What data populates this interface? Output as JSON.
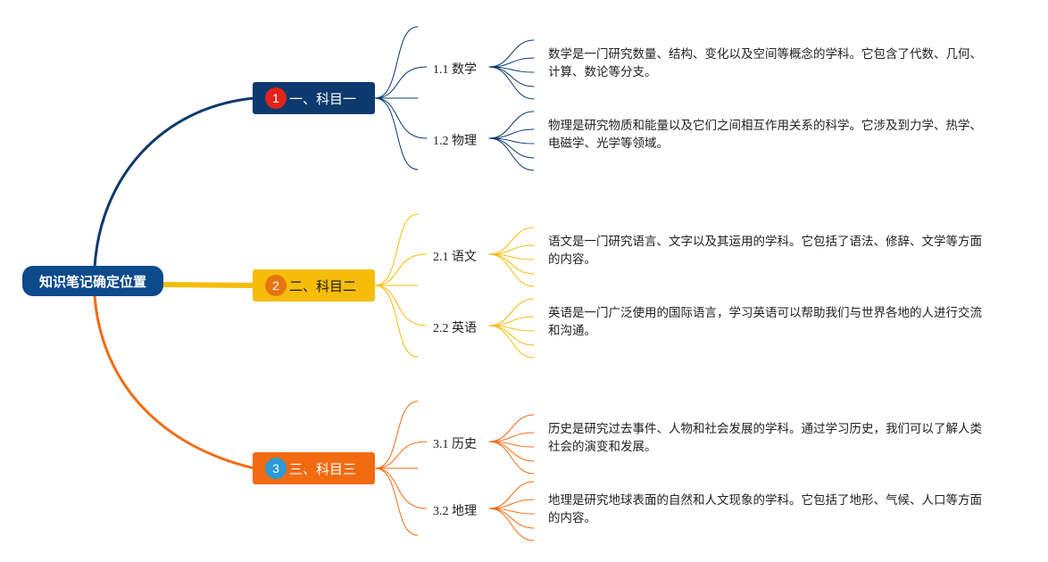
{
  "root": {
    "label": "知识笔记确定位置",
    "color": "#0d4a8c"
  },
  "branches": [
    {
      "number": "1",
      "label": "一、科目一",
      "color": "#0c3a6e",
      "badge_color": "#e0251b",
      "text_color": "#ffffff",
      "items": [
        {
          "label": "1.1 数学",
          "desc": "数学是一门研究数量、结构、变化以及空间等概念的学科。它包含了代数、几何、计算、数论等分支。"
        },
        {
          "label": "1.2 物理",
          "desc": "物理是研究物质和能量以及它们之间相互作用关系的科学。它涉及到力学、热学、电磁学、光学等领域。"
        }
      ]
    },
    {
      "number": "2",
      "label": "二、科目二",
      "color": "#f5bd0a",
      "badge_color": "#e8740f",
      "text_color": "#1a1a1a",
      "items": [
        {
          "label": "2.1 语文",
          "desc": "语文是一门研究语言、文字以及其运用的学科。它包括了语法、修辞、文学等方面的内容。"
        },
        {
          "label": "2.2 英语",
          "desc": "英语是一门广泛使用的国际语言，学习英语可以帮助我们与世界各地的人进行交流和沟通。"
        }
      ]
    },
    {
      "number": "3",
      "label": "三、科目三",
      "color": "#f26b10",
      "badge_color": "#2b9ad6",
      "text_color": "#ffffff",
      "items": [
        {
          "label": "3.1 历史",
          "desc": "历史是研究过去事件、人物和社会发展的学科。通过学习历史，我们可以了解人类社会的演变和发展。"
        },
        {
          "label": "3.2 地理",
          "desc": "地理是研究地球表面的自然和人文现象的学科。它包括了地形、气候、人口等方面的内容。"
        }
      ]
    }
  ]
}
